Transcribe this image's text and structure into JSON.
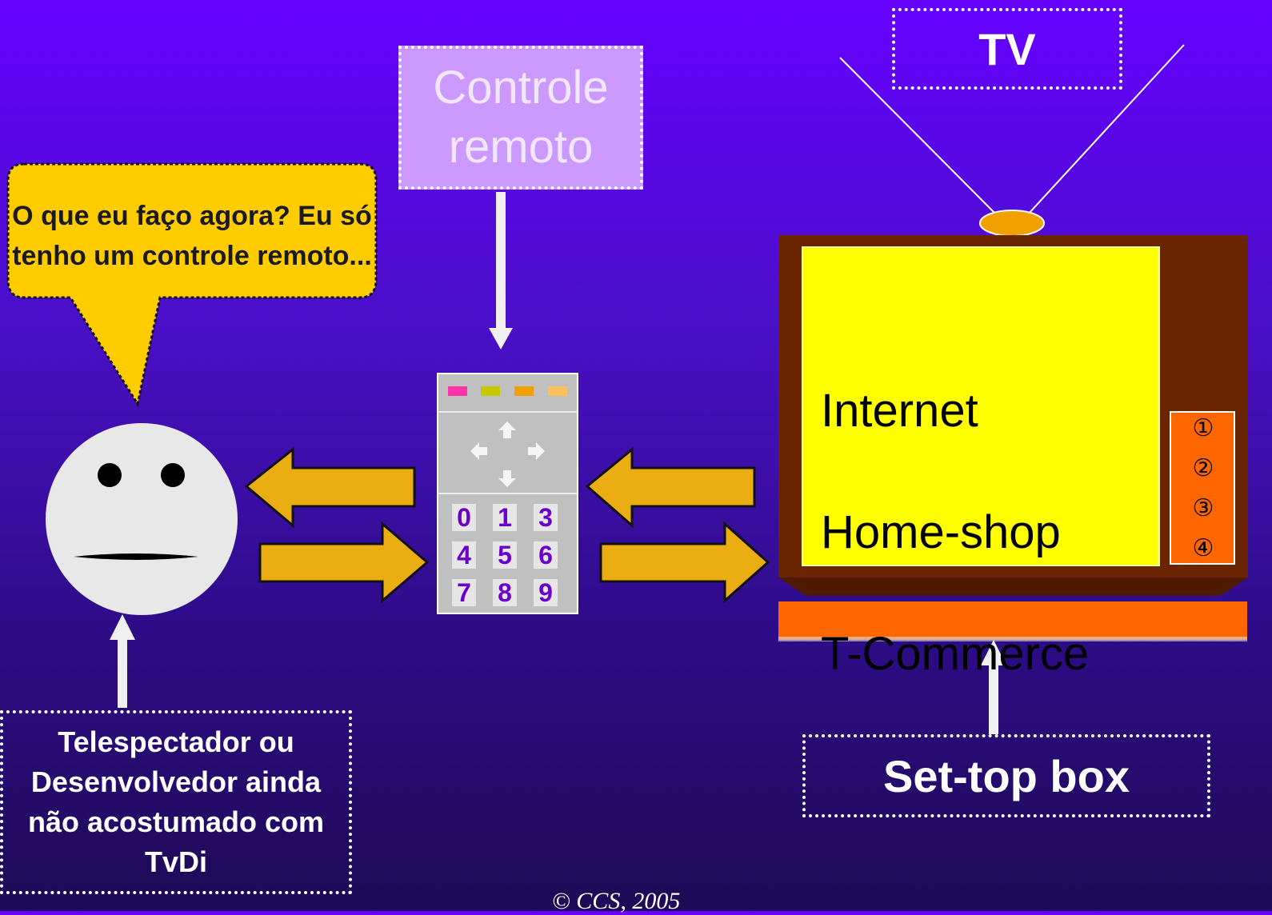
{
  "labels": {
    "tv": "TV",
    "remote": "Controle remoto",
    "viewer": "Telespectador ou Desenvolvedor ainda não acostumado com TvDi",
    "settop": "Set-top box"
  },
  "speech_bubble": "O que eu faço agora? Eu só tenho um controle remoto...",
  "tv_screen": {
    "items": [
      "Internet",
      "Home-shop",
      "T-Commerce"
    ],
    "channels": [
      "①",
      "②",
      "③",
      "④"
    ]
  },
  "remote": {
    "color_buttons": [
      "#ff33aa",
      "#c8c800",
      "#f0a000",
      "#ffc060"
    ],
    "keys": [
      "0",
      "1",
      "3",
      "4",
      "5",
      "6",
      "7",
      "8",
      "9"
    ]
  },
  "copyright": "© CCS, 2005",
  "colors": {
    "arrow_fill": "#ebae12",
    "screen": "#ffff00",
    "tv_body": "#6b2400",
    "settop": "#ff6600"
  }
}
